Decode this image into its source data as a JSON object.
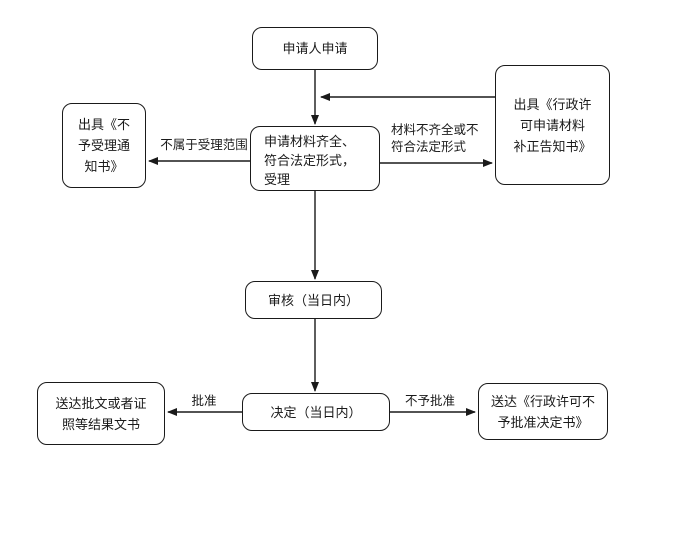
{
  "colors": {
    "background": "#ffffff",
    "line": "#1a1a1a",
    "text": "#1a1a1a"
  },
  "flowchart": {
    "nodes": {
      "apply": "申请人申请",
      "accept": "申请材料齐全、\n符合法定形式，\n受理",
      "reject_notice": "出具《不\n予受理通\n知书》",
      "supplement_notice": "出具《行政许\n可申请材料\n补正告知书》",
      "review": "审核（当日内）",
      "decide": "决定（当日内）",
      "deliver_approval": "送达批文或者证\n照等结果文书",
      "deliver_denial": "送达《行政许可不\n予批准决定书》"
    },
    "edge_labels": {
      "not_in_scope": "不属于受理范围",
      "incomplete": "材料不齐全或不\n符合法定形式",
      "approved": "批准",
      "denied": "不予批准"
    }
  }
}
